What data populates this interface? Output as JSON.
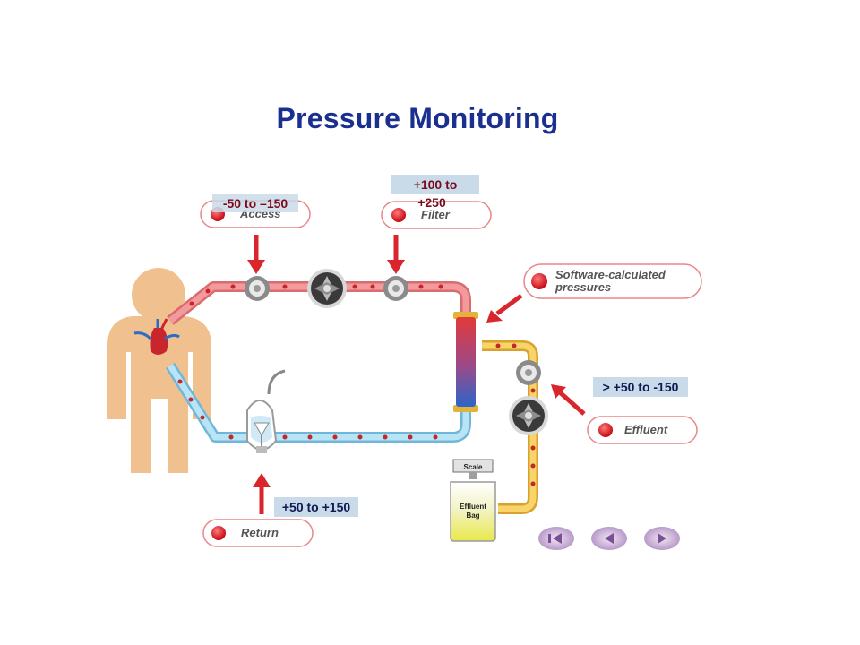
{
  "title": "Pressure Monitoring",
  "labels": {
    "access": "Access",
    "filter": "Filter",
    "software": "Software-calculated pressures",
    "software_line1": "Software-calculated",
    "software_line2": "pressures",
    "effluent": "Effluent",
    "return": "Return",
    "scale": "Scale",
    "effluent_bag_line1": "Effluent",
    "effluent_bag_line2": "Bag"
  },
  "ranges": {
    "access": "-50 to –150",
    "filter_line1": "+100 to",
    "filter_line2": "+250",
    "effluent": "> +50 to -150",
    "return": "+50 to +150"
  },
  "nav": [
    "first-icon",
    "previous-icon",
    "next-icon"
  ],
  "colors": {
    "title": "#1a2f8f",
    "access_line": "#e8787a",
    "return_line": "#9fd6ee",
    "effluent_line": "#f2c24e",
    "arrow": "#d9262c",
    "range_box": "#c9dbe8",
    "skin": "#f0c08e"
  }
}
